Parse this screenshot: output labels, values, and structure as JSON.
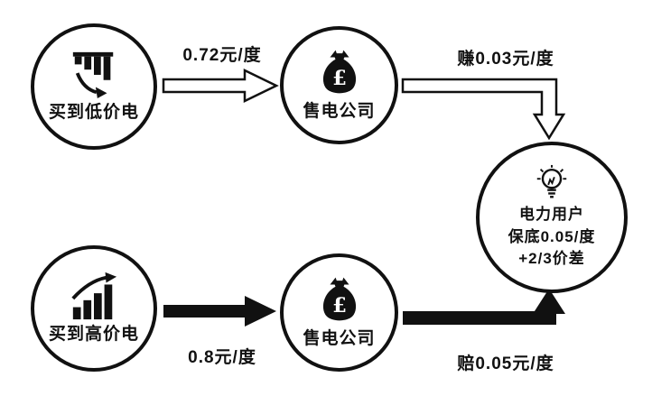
{
  "page": {
    "background": "#ffffff",
    "ink": "#111111"
  },
  "nodes": {
    "buy_low": {
      "label": "买到低价电"
    },
    "seller_top": {
      "label": "售电公司"
    },
    "buy_high": {
      "label": "买到高价电"
    },
    "seller_bottom": {
      "label": "售电公司"
    },
    "user": {
      "label": "电力用户\n保底0.05/度\n+2/3价差"
    }
  },
  "edges": {
    "low_to_seller": {
      "label": "0.72元/度",
      "style": "hollow-arrow"
    },
    "seller_to_user_gain": {
      "label": "赚0.03元/度",
      "style": "hollow-elbow-arrow"
    },
    "high_to_seller": {
      "label": "0.8元/度",
      "style": "solid-arrow"
    },
    "seller_to_user_loss": {
      "label": "赔0.05元/度",
      "style": "solid-elbow-arrow"
    }
  },
  "icons": {
    "buy_low": "declining-bar-chart",
    "buy_high": "rising-bar-chart",
    "seller": "money-bag",
    "user": "light-bulb",
    "money_symbol": "£"
  }
}
